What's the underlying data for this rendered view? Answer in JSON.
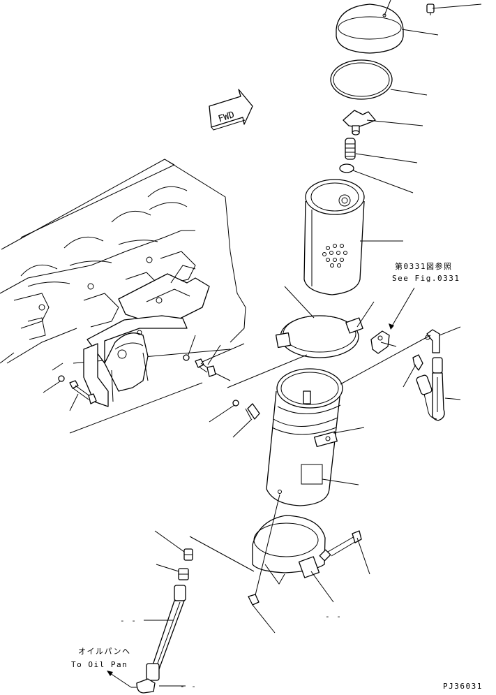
{
  "fwd_label": "FWD",
  "fig_reference": {
    "japanese": "第0331図参照",
    "english": "See Fig.0331"
  },
  "oil_pan": {
    "japanese": "オイルパンへ",
    "english": "To Oil Pan"
  },
  "dash_marks": [
    "- -",
    "- -",
    "- -"
  ],
  "diagram_id": "PJ36031"
}
